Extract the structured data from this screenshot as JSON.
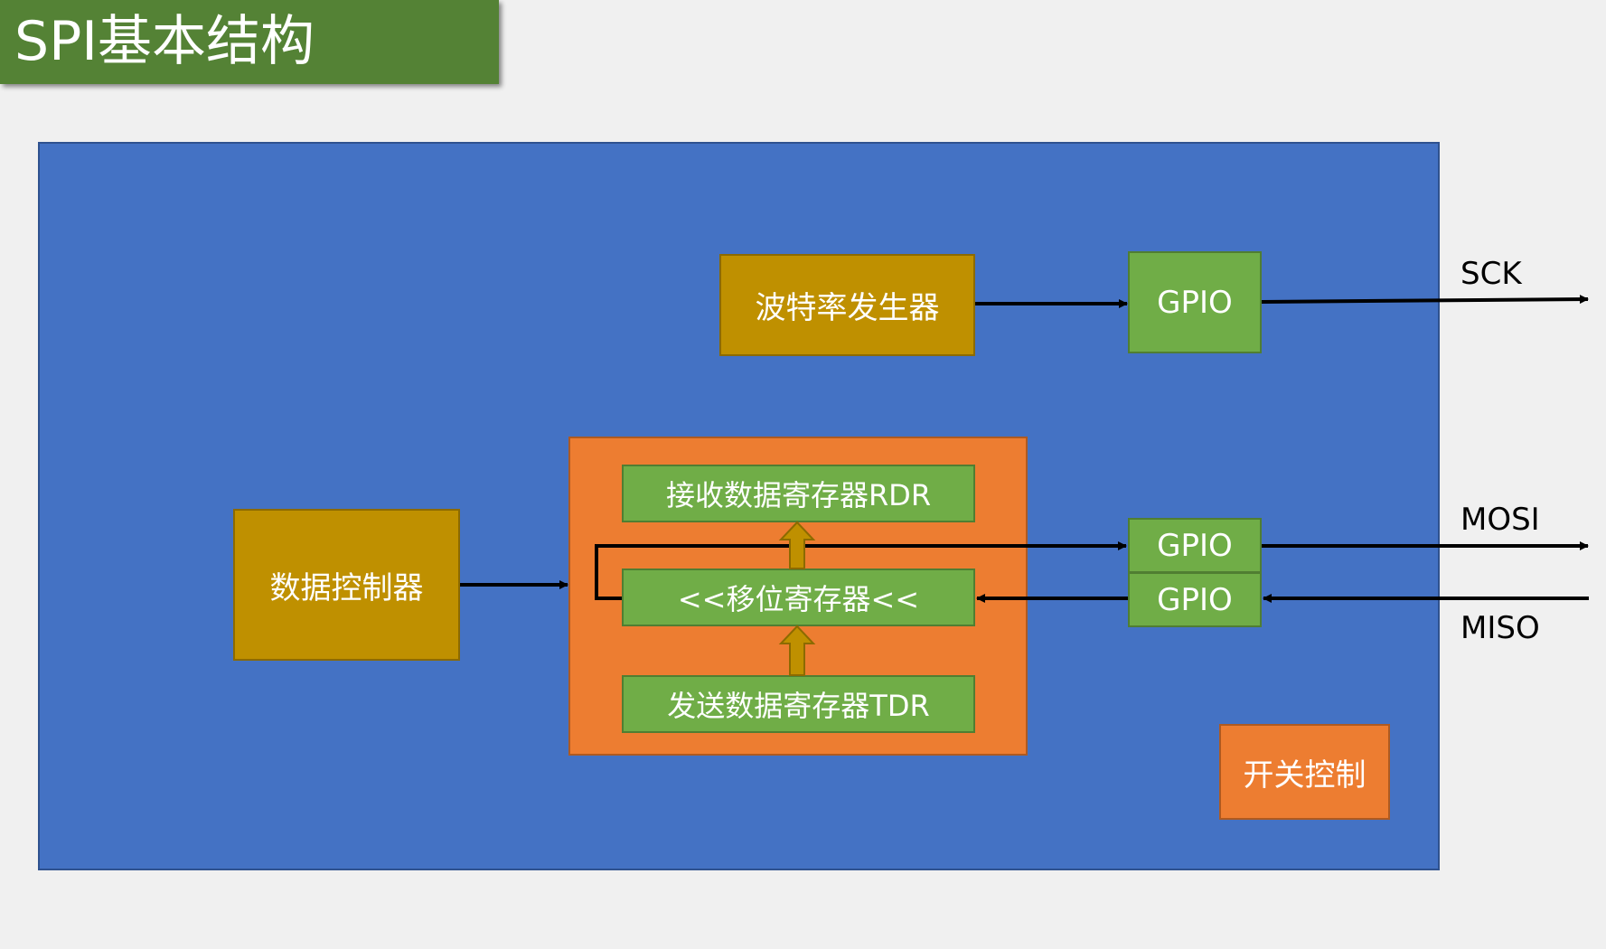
{
  "title": "SPI基本结构",
  "blocks": {
    "baud_generator": "波特率发生器",
    "data_controller": "数据控制器",
    "rdr": "接收数据寄存器RDR",
    "shift_register": "<<移位寄存器<<",
    "tdr": "发送数据寄存器TDR",
    "gpio_sck": "GPIO",
    "gpio_mosi": "GPIO",
    "gpio_miso": "GPIO",
    "switch_control": "开关控制"
  },
  "signals": {
    "sck": "SCK",
    "mosi": "MOSI",
    "miso": "MISO"
  },
  "colors": {
    "background": "#f0f0f0",
    "title_bar": "#548235",
    "panel": "#4472c4",
    "gold_block": "#bf9000",
    "green_block": "#70ad47",
    "orange_block": "#ed7d31",
    "wire": "#000000"
  }
}
